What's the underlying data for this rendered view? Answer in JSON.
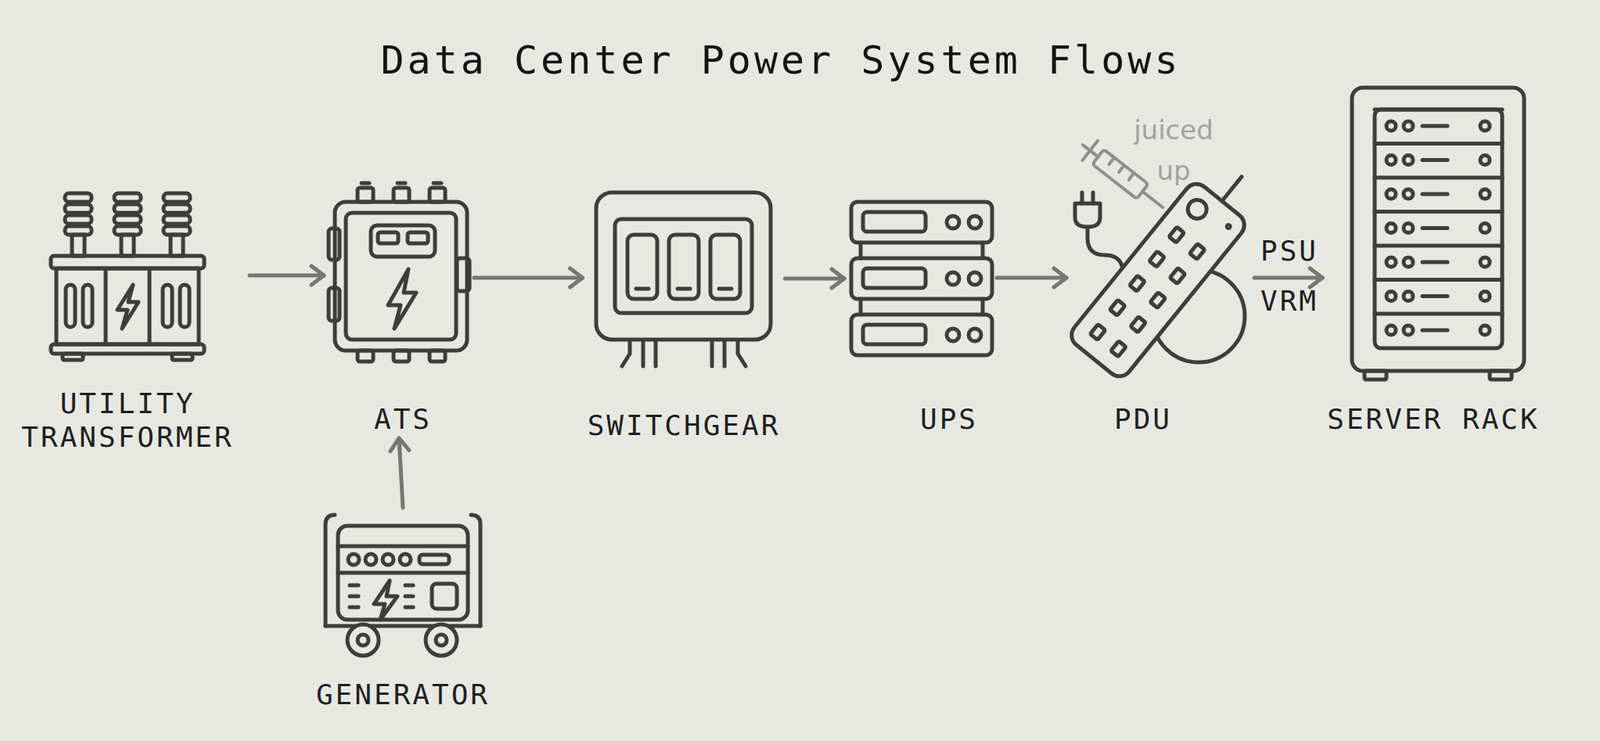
{
  "diagram": {
    "title": "Data Center Power System Flows",
    "nodes": [
      {
        "text": [
          "UTILITY TRANSFORMER"
        ]
      },
      {
        "text": [
          "ATS"
        ]
      },
      {
        "text": [
          "SWITCHGEAR"
        ]
      },
      {
        "text": [
          "UPS"
        ]
      },
      {
        "text": [
          "PDU"
        ]
      },
      {
        "text": [
          "SERVER RACK"
        ]
      },
      {
        "text": [
          "GENERATOR"
        ]
      }
    ],
    "edges": [
      {
        "from": 0,
        "to": 1,
        "arrow": "to"
      },
      {
        "from": 1,
        "to": 2,
        "arrow": "to"
      },
      {
        "from": 2,
        "to": 3,
        "arrow": "to"
      },
      {
        "from": 3,
        "to": 4,
        "arrow": "to"
      },
      {
        "from": 4,
        "to": 5,
        "arrow": "to"
      },
      {
        "from": 6,
        "to": 1,
        "arrow": "to"
      }
    ],
    "labels": [
      "juiced up",
      "PSU",
      "VRM"
    ]
  }
}
